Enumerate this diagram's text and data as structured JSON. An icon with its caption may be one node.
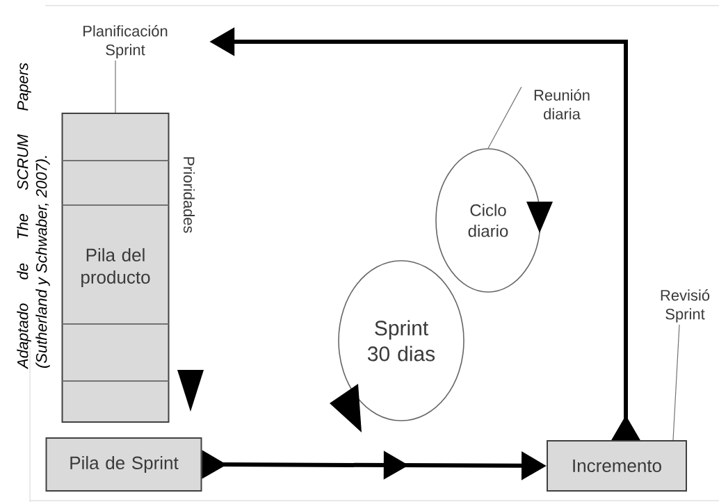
{
  "diagram": {
    "caption": "Adaptado de The SCRUM Papers (Sutherland y Schwaber, 2007).",
    "nodes": [
      {
        "text": [
          "Pila del producto"
        ]
      },
      {
        "text": [
          "Pila de Sprint"
        ]
      },
      {
        "text": [
          "Sprint 30 dias"
        ]
      },
      {
        "text": [
          "Ciclo diario"
        ]
      },
      {
        "text": [
          "Incremento"
        ]
      },
      {
        "text": [
          "Planificación Sprint"
        ]
      },
      {
        "text": [
          "Reunión diaria"
        ]
      },
      {
        "text": [
          "Revisió Sprint"
        ]
      }
    ],
    "edges": [
      {
        "from": 1,
        "to": 4,
        "arrow": "to",
        "style": "thick",
        "color": "#000000"
      },
      {
        "from": 4,
        "to": 5,
        "arrow": "to",
        "style": "thick",
        "color": "#000000"
      },
      {
        "from": 5,
        "to": 0,
        "arrow": "none"
      },
      {
        "from": 6,
        "to": 3,
        "arrow": "none"
      },
      {
        "from": 7,
        "to": 4,
        "arrow": "none"
      }
    ],
    "labels": [
      "Prioridades"
    ]
  }
}
